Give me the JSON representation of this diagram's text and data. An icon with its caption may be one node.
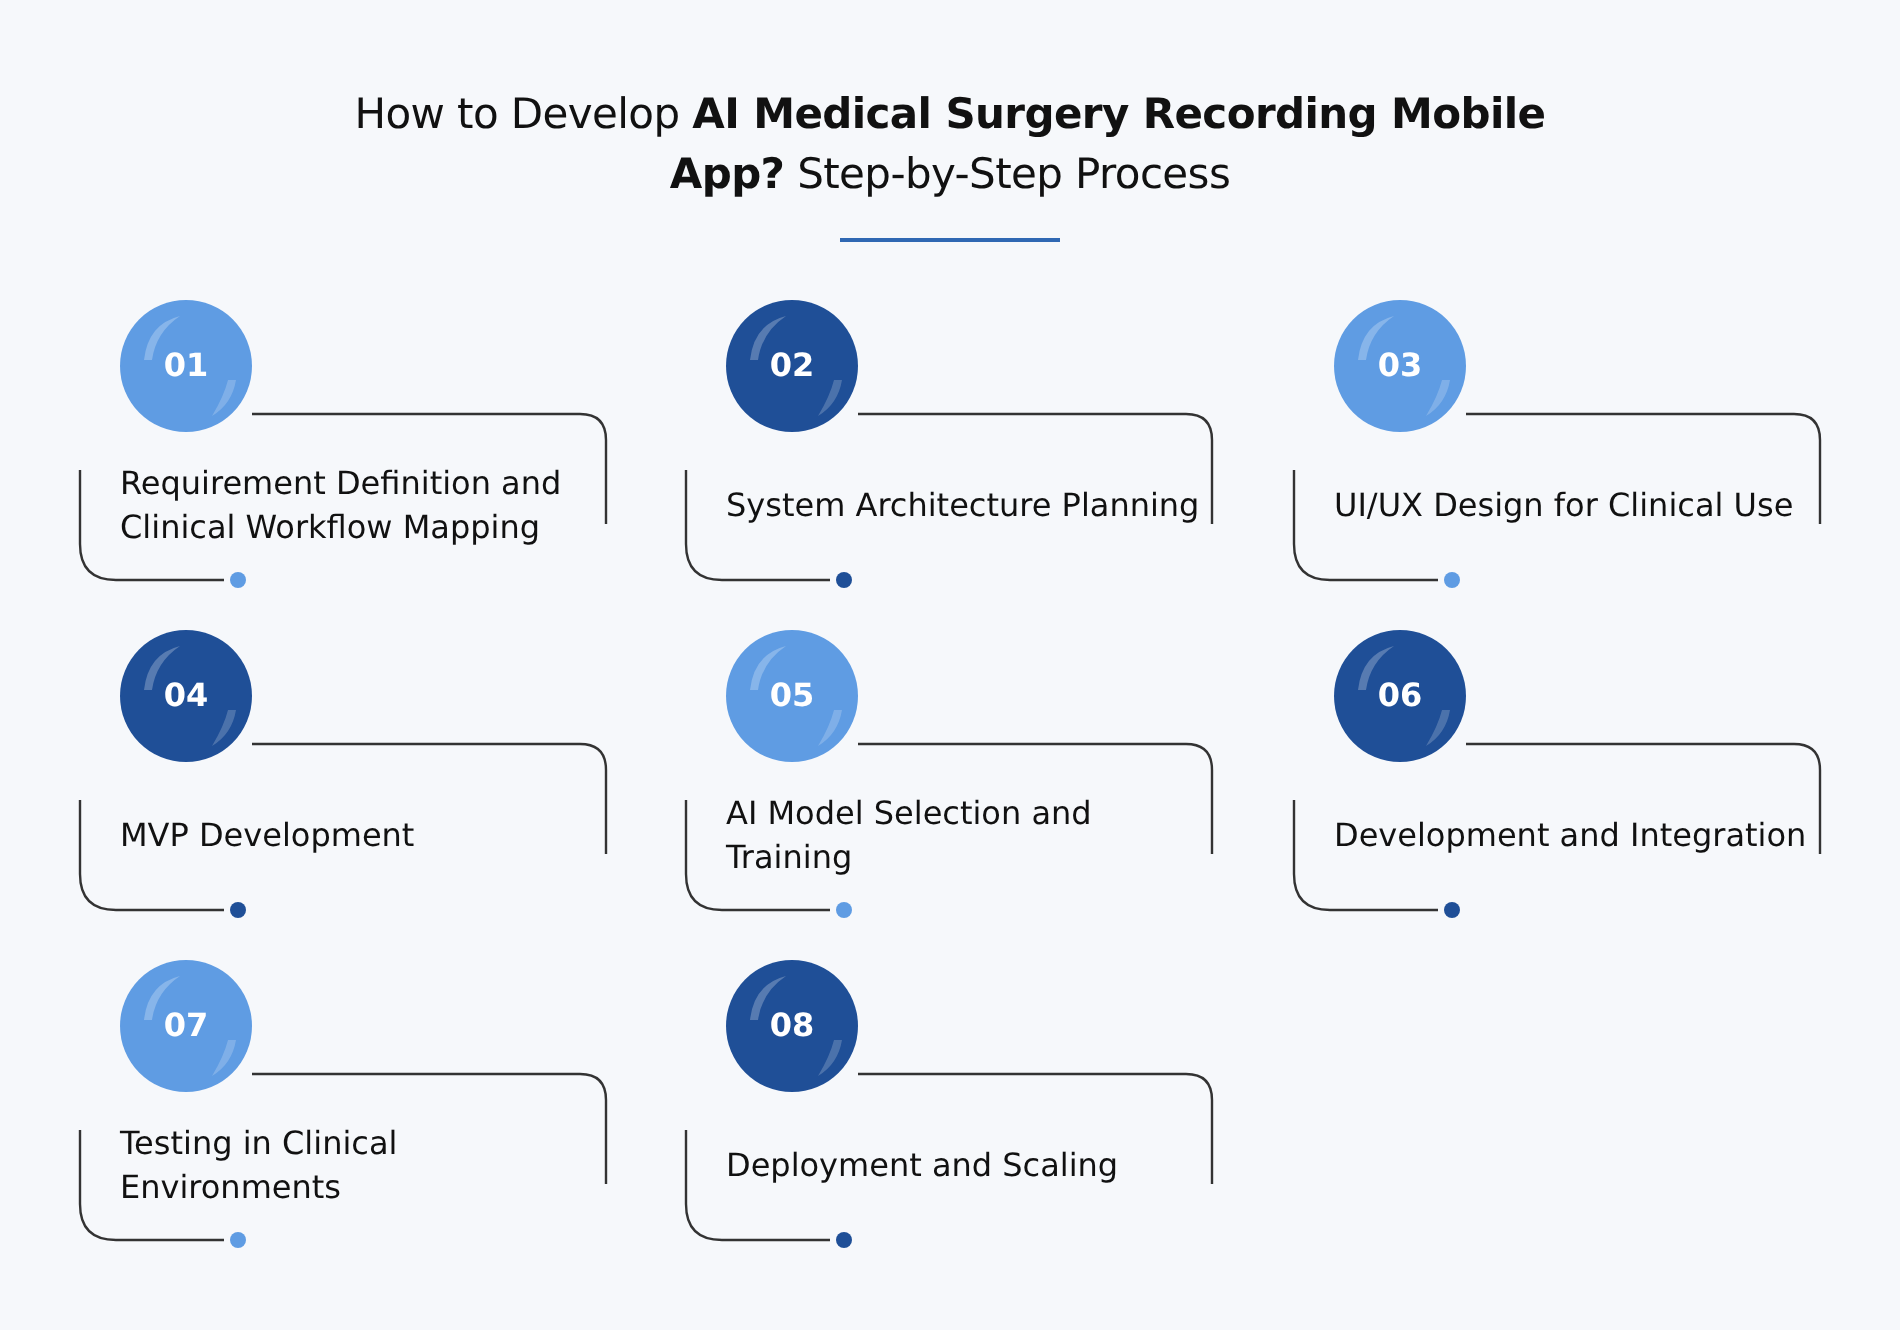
{
  "diagram": {
    "title": "How to Develop **AI Medical Surgery Recording Mobile App?** Step-by-Step Process",
    "nodes": [
      {
        "text": [
          "01",
          "Requirement Definition and Clinical Workflow Mapping"
        ]
      },
      {
        "text": [
          "02",
          "System Architecture Planning"
        ]
      },
      {
        "text": [
          "03",
          "UI/UX Design for Clinical Use"
        ]
      },
      {
        "text": [
          "04",
          "MVP Development"
        ]
      },
      {
        "text": [
          "05",
          "AI Model Selection and Training"
        ]
      },
      {
        "text": [
          "06",
          "Development and Integration"
        ]
      },
      {
        "text": [
          "07",
          "Testing in Clinical Environments"
        ]
      },
      {
        "text": [
          "08",
          "Deployment and Scaling"
        ]
      }
    ]
  }
}
